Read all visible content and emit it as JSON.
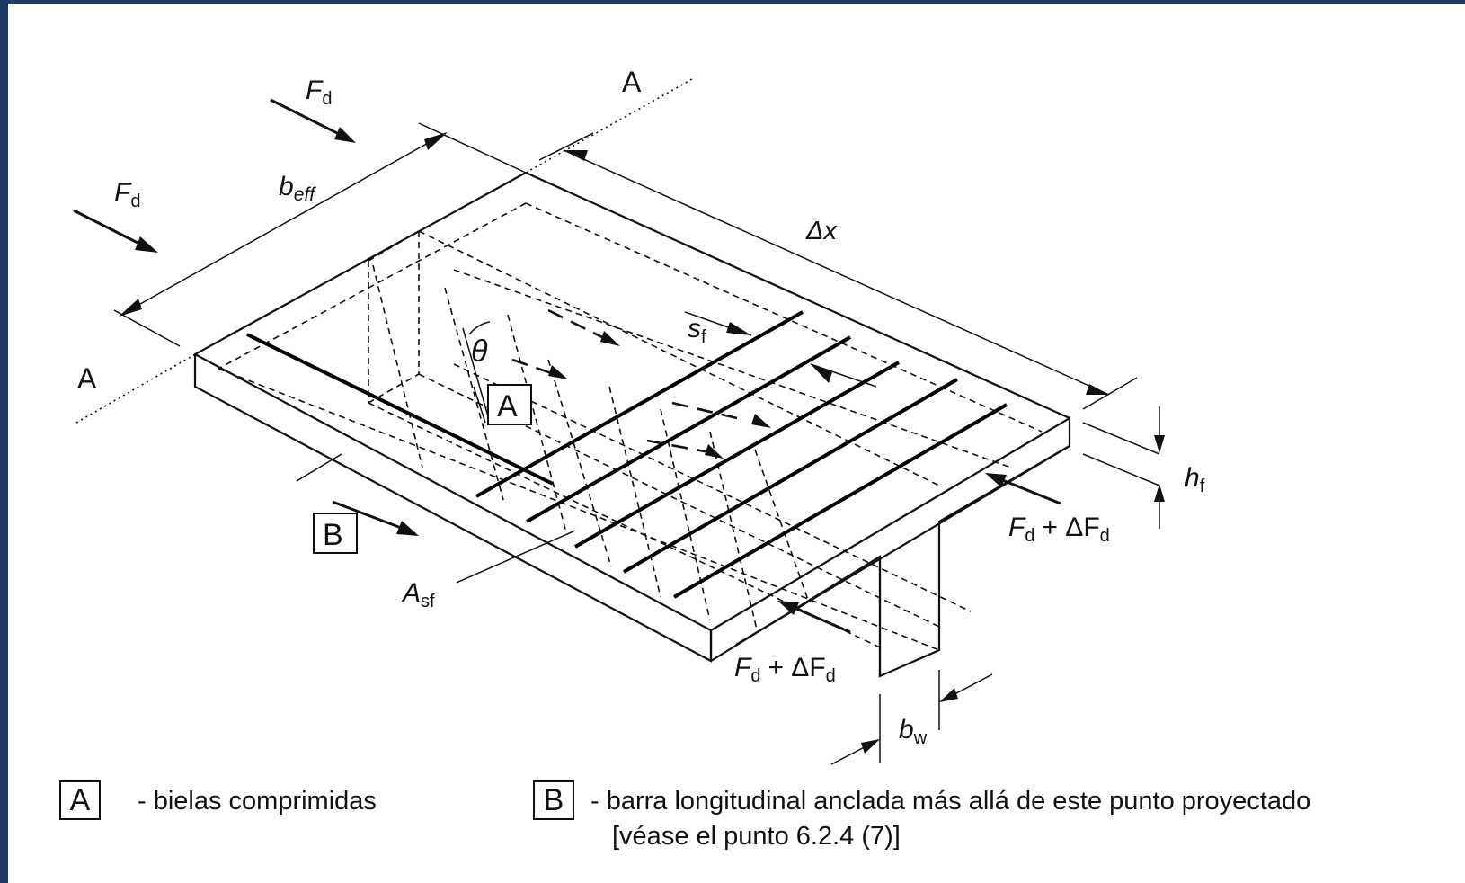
{
  "labels": {
    "Fd": "F",
    "Fd_sub": "d",
    "beff": "b",
    "beff_sub": "eff",
    "section": "A",
    "delta_x": "Δx",
    "sf": "s",
    "sf_sub": "f",
    "theta": "θ",
    "box_A": "A",
    "box_B": "B",
    "hf": "h",
    "hf_sub": "f",
    "Fd_plus": "+ ΔF",
    "Asf": "A",
    "Asf_sub": "sf",
    "bw": "b",
    "bw_sub": "w"
  },
  "legend": {
    "A_key": "A",
    "A_text": "- bielas comprimidas",
    "B_key": "B",
    "B_text_1": "- barra longitudinal anclada más allá de este punto proyectado",
    "B_text_2": "[véase el punto 6.2.4 (7)]"
  },
  "colors": {
    "frame": "#1f3a66",
    "background": "#ffffff",
    "ink": "#111111"
  }
}
